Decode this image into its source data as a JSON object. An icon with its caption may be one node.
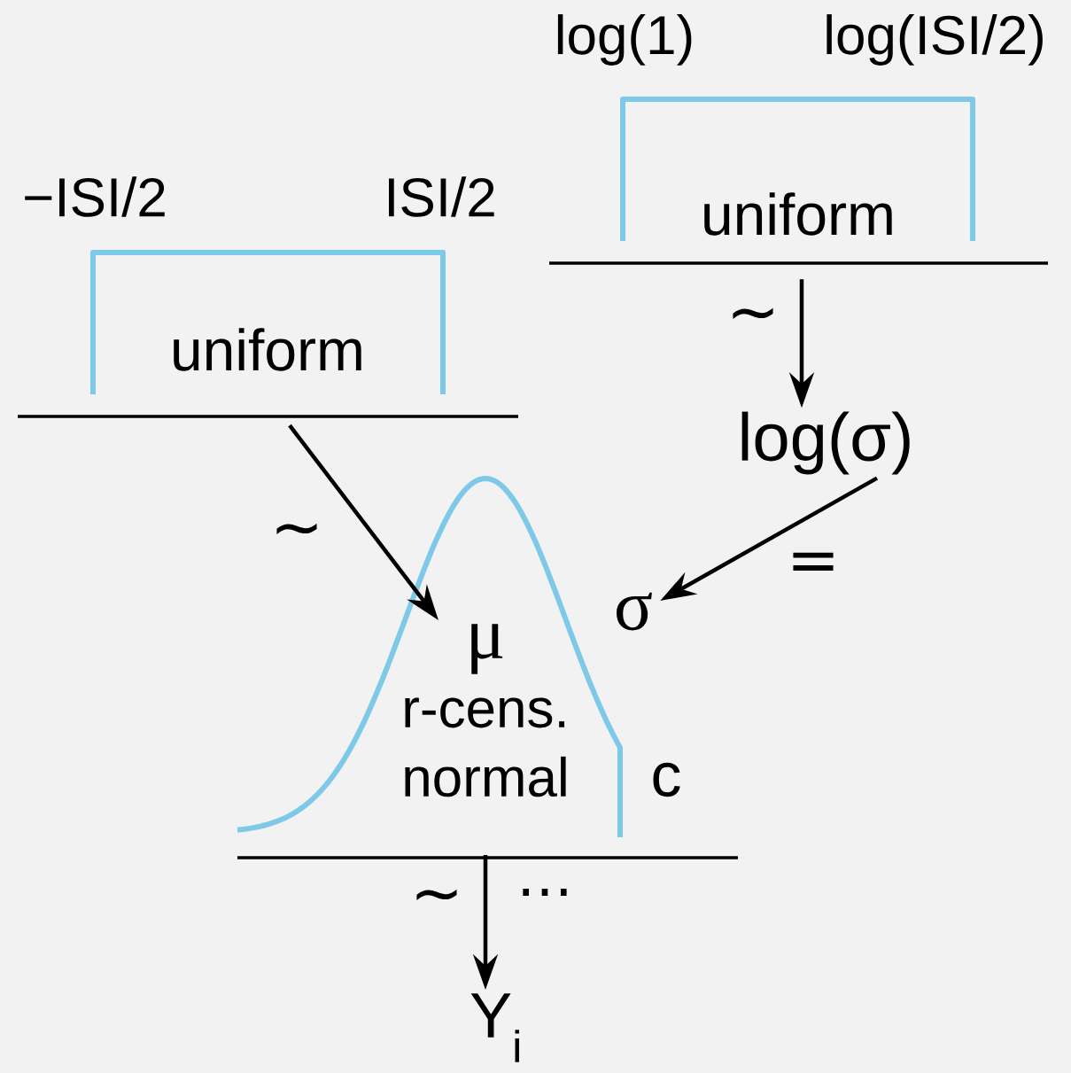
{
  "diagram": {
    "nodes": [
      {
        "text": [
          "uniform"
        ],
        "beside": [
          "−ISI/2",
          "ISI/2"
        ]
      },
      {
        "text": [
          "uniform"
        ],
        "beside": [
          "log(1)",
          "log(ISI/2)"
        ]
      },
      {
        "text": [
          "log(σ)"
        ]
      },
      {
        "text": [
          "σ"
        ]
      },
      {
        "text": [
          "μ",
          "r-cens. normal"
        ],
        "beside": [
          "c"
        ]
      },
      {
        "text": [
          "Y$_{i}$"
        ]
      }
    ],
    "edges": [
      {
        "from": 0,
        "to": 4,
        "arrow": "to",
        "label": "∼"
      },
      {
        "from": 1,
        "to": 2,
        "arrow": "to",
        "label": "∼"
      },
      {
        "from": 2,
        "to": 3,
        "arrow": "to",
        "label": "="
      },
      {
        "from": 4,
        "to": 5,
        "arrow": "to",
        "label": "∼"
      }
    ],
    "labels": [
      "⋯"
    ]
  }
}
